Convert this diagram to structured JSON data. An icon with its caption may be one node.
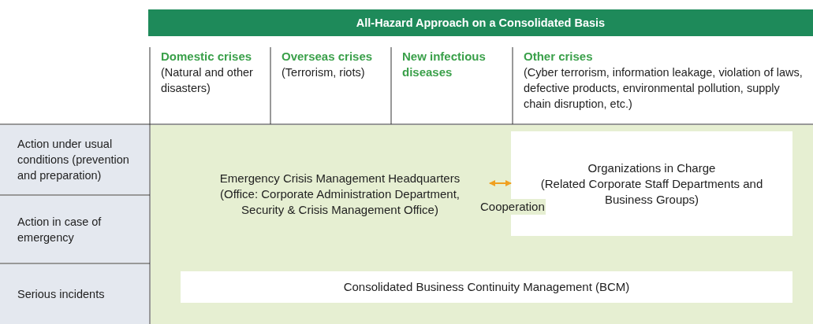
{
  "diagram": {
    "nodes": [
      {
        "text": [
          "All-Hazard Approach on a Consolidated Basis"
        ]
      },
      {
        "text": [
          "Domestic crises",
          "(Natural and other disasters)"
        ]
      },
      {
        "text": [
          "Overseas crises",
          "(Terrorism, riots)"
        ]
      },
      {
        "text": [
          "New infectious diseases"
        ]
      },
      {
        "text": [
          "Other crises",
          "(Cyber terrorism, information leakage, violation of laws, defective products, environmental pollution, supply chain disruption, etc.)"
        ]
      },
      {
        "text": [
          "Action under usual conditions (prevention and preparation)"
        ]
      },
      {
        "text": [
          "Action in case of emergency"
        ]
      },
      {
        "text": [
          "Serious incidents"
        ]
      },
      {
        "text": [],
        "shape": "box"
      },
      {
        "text": [
          "Emergency Crisis Management Headquarters",
          "(Office: Corporate Administration Department, Security & Crisis Management Office)"
        ],
        "in": 8
      },
      {
        "text": [
          "Organizations in Charge",
          "(Related Corporate Staff Departments and Business Groups)"
        ],
        "in": 8
      },
      {
        "text": [
          "Consolidated Business Continuity Management (BCM)"
        ],
        "in": 8
      }
    ],
    "edges": [
      {
        "from": 9,
        "to": 10,
        "arrow": "both",
        "label": "Cooperation",
        "color": "#f0a020"
      }
    ]
  }
}
